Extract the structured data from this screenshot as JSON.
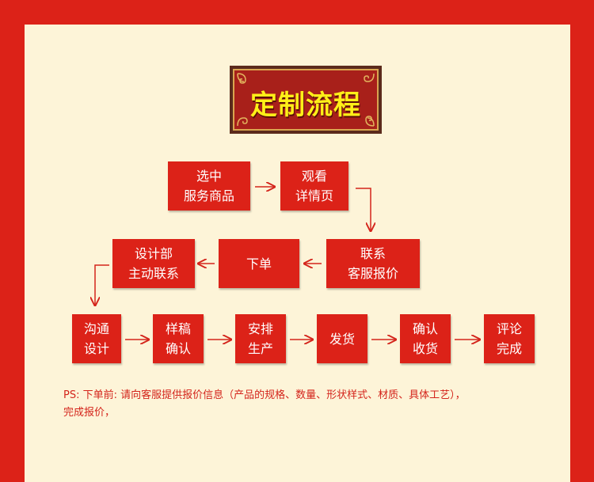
{
  "title": "定制流程",
  "colors": {
    "accent": "#dc2218",
    "panel": "#fdf4d8",
    "title_text": "#ffef18"
  },
  "steps": {
    "select_product": [
      "选中",
      "服务商品"
    ],
    "view_detail": [
      "观看",
      "详情页"
    ],
    "contact_cs": [
      "联系",
      "客服报价"
    ],
    "place_order": [
      "下单"
    ],
    "design_contact": [
      "设计部",
      "主动联系"
    ],
    "communicate": [
      "沟通",
      "设计"
    ],
    "confirm_sample": [
      "样稿",
      "确认"
    ],
    "produce": [
      "安排",
      "生产"
    ],
    "ship": [
      "发货"
    ],
    "confirm_receipt": [
      "确认",
      "收货"
    ],
    "review": [
      "评论",
      "完成"
    ]
  },
  "note": {
    "line1": "PS: 下单前: 请向客服提供报价信息（产品的规格、数量、形状样式、材质、具体工艺），",
    "line2": "完成报价，"
  }
}
